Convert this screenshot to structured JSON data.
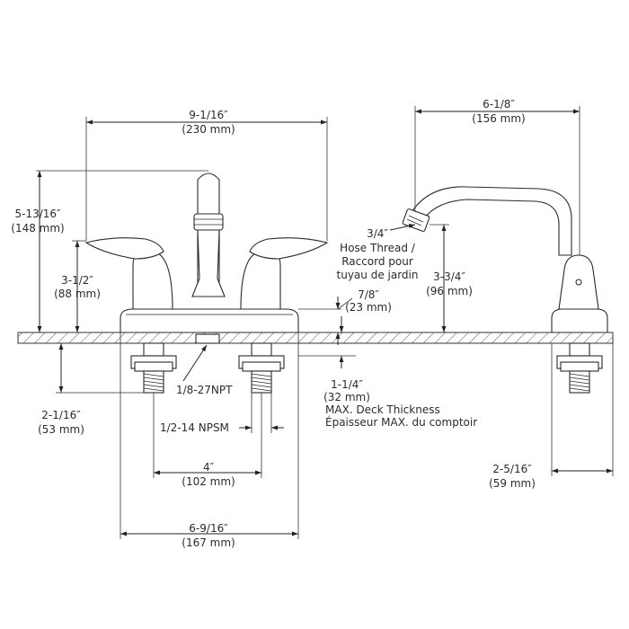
{
  "labels": {
    "overall_width": "9-1/16″",
    "overall_width_mm": "(230 mm)",
    "spout_reach": "6-1/8″",
    "spout_reach_mm": "(156 mm)",
    "total_height": "5-13/16″",
    "total_height_mm": "(148 mm)",
    "handle_height": "3-1/2″",
    "handle_height_mm": "(88 mm)",
    "base_height": "7/8″",
    "base_height_mm": "(23 mm)",
    "aerator": "3/4″",
    "hose_1": "Hose Thread /",
    "hose_2": "Raccord pour",
    "hose_3": "tuyau de jardin",
    "spout_height": "3-3/4″",
    "spout_height_mm": "(96 mm)",
    "drain_thread": "1/8-27NPT",
    "deck_thickness": "1-1/4″",
    "deck_thickness_mm": "(32 mm)",
    "deck_1": "MAX. Deck Thickness",
    "deck_2": "Épaisseur MAX. du comptoir",
    "shank_length": "2-1/16″",
    "shank_length_mm": "(53 mm)",
    "supply_thread": "1/2-14 NPSM",
    "centers": "4″",
    "centers_mm": "(102 mm)",
    "base_width": "6-9/16″",
    "base_width_mm": "(167 mm)",
    "side_shank": "2-5/16″",
    "side_shank_mm": "(59 mm)"
  }
}
